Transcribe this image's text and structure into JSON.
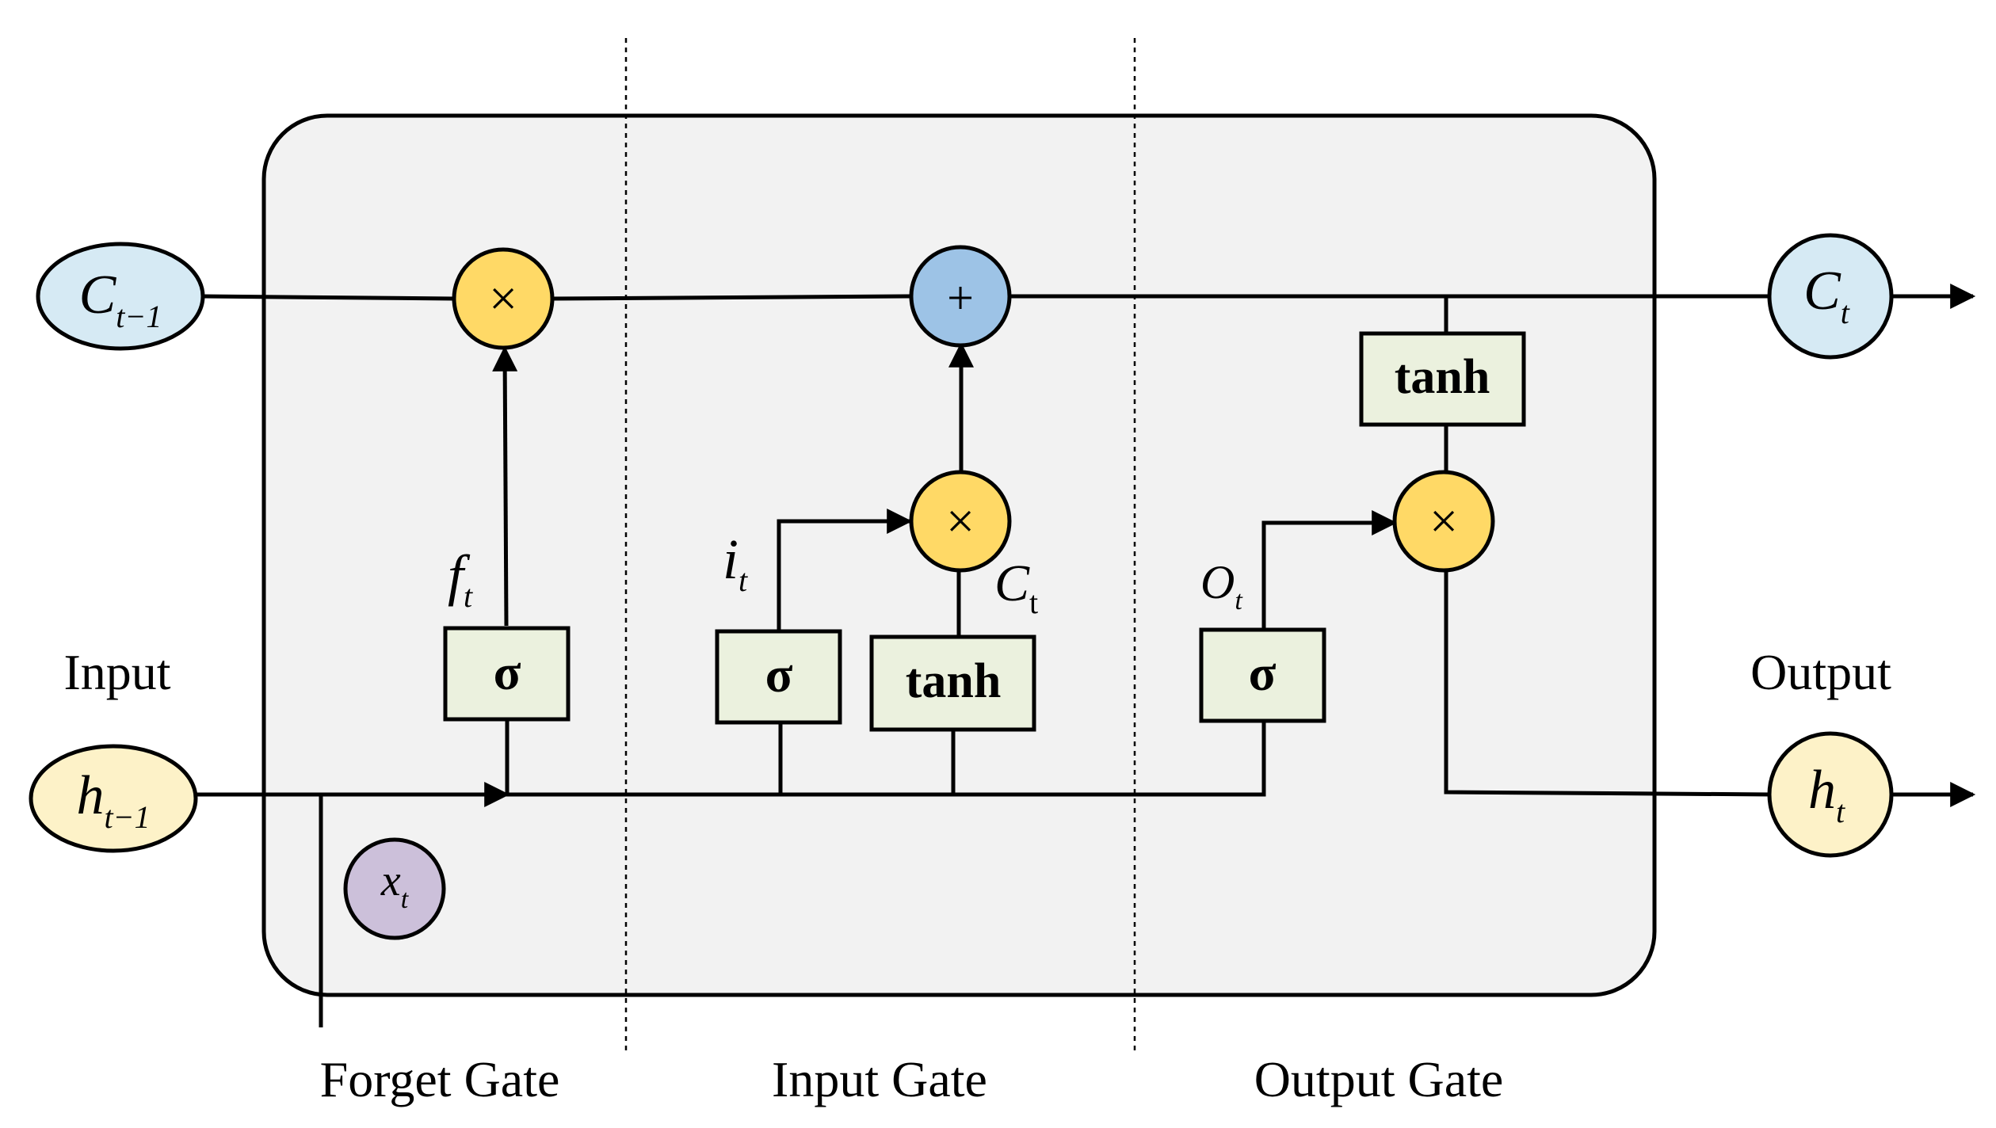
{
  "labels": {
    "input": "Input",
    "output": "Output",
    "forget_gate": "Forget Gate",
    "input_gate": "Input Gate",
    "output_gate": "Output Gate"
  },
  "variables": {
    "c_prev_base": "C",
    "c_prev_sub": "t−1",
    "h_prev_base": "h",
    "h_prev_sub": "t−1",
    "c_t_base": "C",
    "c_t_sub": "t",
    "h_t_base": "h",
    "h_t_sub": "t",
    "x_t_base": "x",
    "x_t_sub": "t",
    "f_t_base": "f",
    "f_t_sub": "t",
    "i_t_base": "i",
    "i_t_sub": "t",
    "cand_base": "C",
    "cand_sub": "t",
    "o_t_base": "O",
    "o_t_sub": "t"
  },
  "operators": {
    "sigma": "σ",
    "tanh": "tanh",
    "multiply": "×",
    "add": "+"
  },
  "colors": {
    "cell_fill": "#f2f2f2",
    "box_fill": "#ebf1de",
    "mult_fill": "#ffd966",
    "add_fill": "#9dc3e6",
    "c_fill": "#d6eaf4",
    "h_fill": "#fdf2c8",
    "x_fill": "#ccc0da"
  }
}
